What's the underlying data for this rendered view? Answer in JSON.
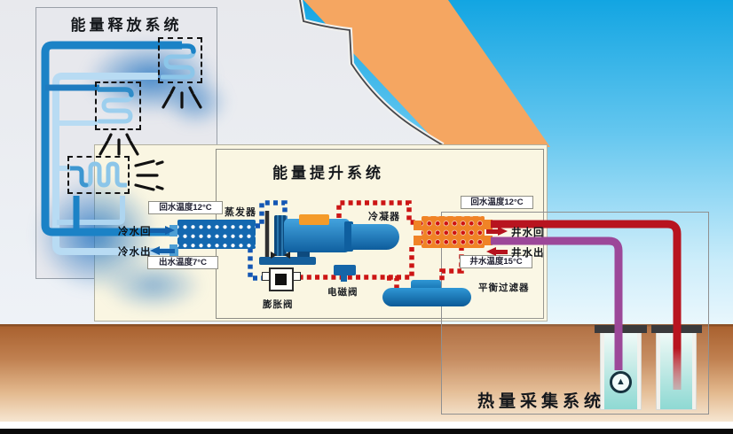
{
  "release_system": {
    "title": "能量释放系统"
  },
  "boost_system": {
    "title": "能量提升系统",
    "evaporator": "蒸发器",
    "condenser": "冷凝器",
    "solenoid_valve": "电磁阀",
    "expansion_valve": "膨胀阀",
    "balance_filter": "平衡过滤器"
  },
  "collection_system": {
    "title": "热量采集系统"
  },
  "chilled_water": {
    "return_temp": "回水温度12°C",
    "supply_temp": "出水温度7°C",
    "return_label": "冷水回",
    "supply_label": "冷水出"
  },
  "well_water": {
    "return_temp": "回水温度12°C",
    "ground_temp": "井水温度15°C",
    "return_label": "井水回",
    "supply_label": "井水出"
  },
  "pump_icon": "▲",
  "colors": {
    "chilled_supply_pipe": "#1b82c6",
    "chilled_return_pipe": "#b8dbf3",
    "well_return_pipe": "#b8141f",
    "well_supply_pipe": "#9c4899",
    "refrigerant_hot": "#cc1515",
    "refrigerant_cold": "#1356b4",
    "evaporator_body": "#1368b0",
    "condenser_body": "#f08326"
  }
}
